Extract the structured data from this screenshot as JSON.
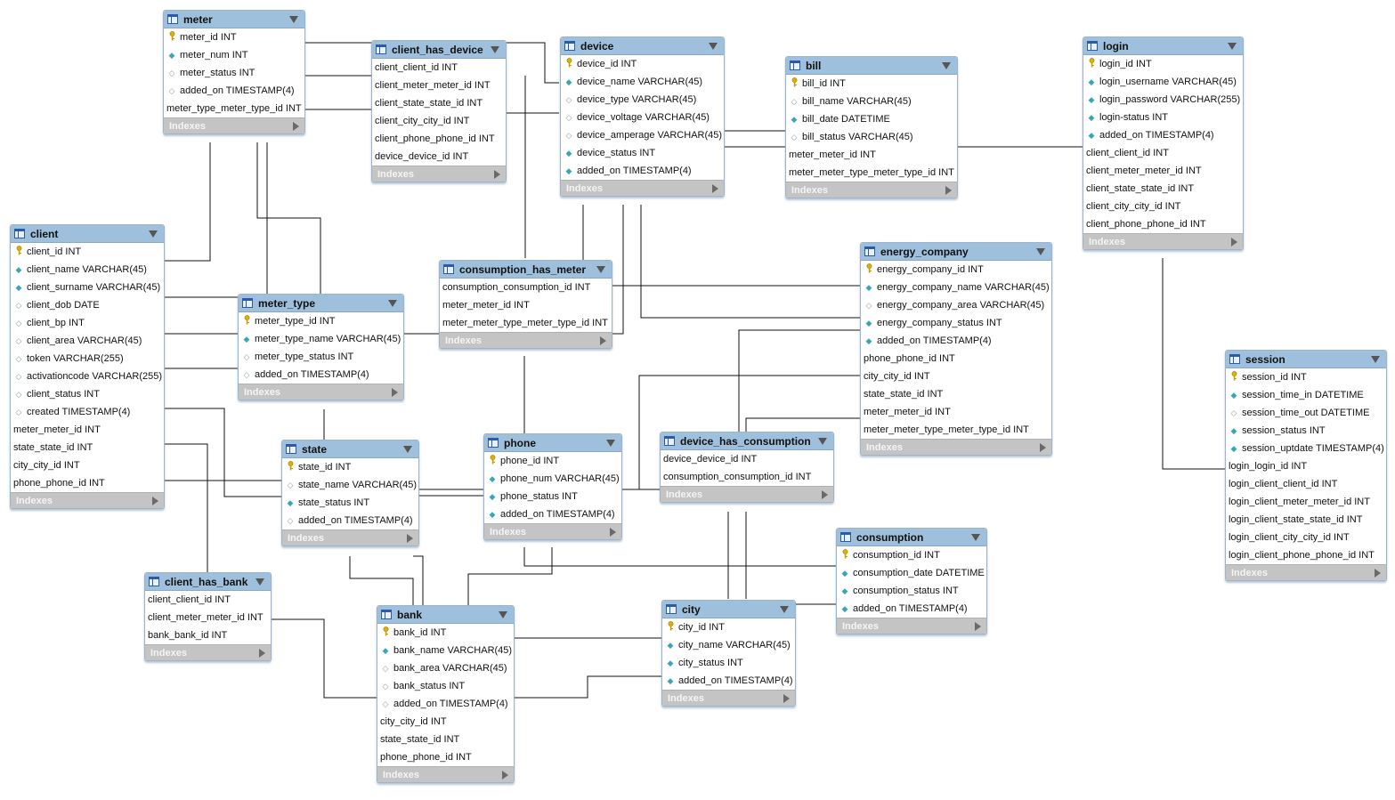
{
  "icon_legend": {
    "pk": "key-icon",
    "nn": "filled-diamond-icon",
    "op": "hollow-diamond-icon",
    "table": "table-icon",
    "collapse": "chevron-down-icon",
    "expand": "triangle-right-icon"
  },
  "colors": {
    "header": "#9fc0dc",
    "indexes_bar": "#c4c4c4",
    "key": "#d8a800",
    "diamond": "#37a6b6"
  },
  "indexes_label": "Indexes",
  "tables": [
    {
      "id": "meter",
      "name": "meter",
      "columns": [
        {
          "text": "meter_id INT",
          "icon": "pk"
        },
        {
          "text": "meter_num INT",
          "icon": "nn"
        },
        {
          "text": "meter_status INT",
          "icon": "op"
        },
        {
          "text": "added_on TIMESTAMP(4)",
          "icon": "op"
        },
        {
          "text": "meter_type_meter_type_id INT",
          "icon": ""
        }
      ]
    },
    {
      "id": "client_has_device",
      "name": "client_has_device",
      "columns": [
        {
          "text": "client_client_id INT",
          "icon": ""
        },
        {
          "text": "client_meter_meter_id INT",
          "icon": ""
        },
        {
          "text": "client_state_state_id INT",
          "icon": ""
        },
        {
          "text": "client_city_city_id INT",
          "icon": ""
        },
        {
          "text": "client_phone_phone_id INT",
          "icon": ""
        },
        {
          "text": "device_device_id INT",
          "icon": ""
        }
      ]
    },
    {
      "id": "device",
      "name": "device",
      "columns": [
        {
          "text": "device_id INT",
          "icon": "pk"
        },
        {
          "text": "device_name VARCHAR(45)",
          "icon": "nn"
        },
        {
          "text": "device_type VARCHAR(45)",
          "icon": "op"
        },
        {
          "text": "device_voltage VARCHAR(45)",
          "icon": "op"
        },
        {
          "text": "device_amperage VARCHAR(45)",
          "icon": "op"
        },
        {
          "text": "device_status INT",
          "icon": "nn"
        },
        {
          "text": "added_on TIMESTAMP(4)",
          "icon": "nn"
        }
      ]
    },
    {
      "id": "bill",
      "name": "bill",
      "columns": [
        {
          "text": "bill_id INT",
          "icon": "pk"
        },
        {
          "text": "bill_name VARCHAR(45)",
          "icon": "op"
        },
        {
          "text": "bill_date DATETIME",
          "icon": "nn"
        },
        {
          "text": "bill_status VARCHAR(45)",
          "icon": "op"
        },
        {
          "text": "meter_meter_id INT",
          "icon": ""
        },
        {
          "text": "meter_meter_type_meter_type_id INT",
          "icon": ""
        }
      ]
    },
    {
      "id": "login",
      "name": "login",
      "columns": [
        {
          "text": "login_id INT",
          "icon": "pk"
        },
        {
          "text": "login_username VARCHAR(45)",
          "icon": "nn"
        },
        {
          "text": "login_password VARCHAR(255)",
          "icon": "nn"
        },
        {
          "text": "login-status INT",
          "icon": "nn"
        },
        {
          "text": "added_on TIMESTAMP(4)",
          "icon": "nn"
        },
        {
          "text": "client_client_id INT",
          "icon": ""
        },
        {
          "text": "client_meter_meter_id INT",
          "icon": ""
        },
        {
          "text": "client_state_state_id INT",
          "icon": ""
        },
        {
          "text": "client_city_city_id INT",
          "icon": ""
        },
        {
          "text": "client_phone_phone_id INT",
          "icon": ""
        }
      ]
    },
    {
      "id": "client",
      "name": "client",
      "columns": [
        {
          "text": "client_id INT",
          "icon": "pk"
        },
        {
          "text": "client_name VARCHAR(45)",
          "icon": "nn"
        },
        {
          "text": "client_surname VARCHAR(45)",
          "icon": "nn"
        },
        {
          "text": "client_dob DATE",
          "icon": "op"
        },
        {
          "text": "client_bp INT",
          "icon": "op"
        },
        {
          "text": "client_area VARCHAR(45)",
          "icon": "op"
        },
        {
          "text": "token VARCHAR(255)",
          "icon": "op"
        },
        {
          "text": "activationcode VARCHAR(255)",
          "icon": "op"
        },
        {
          "text": "client_status INT",
          "icon": "op"
        },
        {
          "text": "created TIMESTAMP(4)",
          "icon": "op"
        },
        {
          "text": "meter_meter_id INT",
          "icon": ""
        },
        {
          "text": "state_state_id INT",
          "icon": ""
        },
        {
          "text": "city_city_id INT",
          "icon": ""
        },
        {
          "text": "phone_phone_id INT",
          "icon": ""
        }
      ]
    },
    {
      "id": "consumption_has_meter",
      "name": "consumption_has_meter",
      "columns": [
        {
          "text": "consumption_consumption_id INT",
          "icon": ""
        },
        {
          "text": "meter_meter_id INT",
          "icon": ""
        },
        {
          "text": "meter_meter_type_meter_type_id INT",
          "icon": ""
        }
      ]
    },
    {
      "id": "meter_type",
      "name": "meter_type",
      "columns": [
        {
          "text": "meter_type_id INT",
          "icon": "pk"
        },
        {
          "text": "meter_type_name VARCHAR(45)",
          "icon": "nn"
        },
        {
          "text": "meter_type_status INT",
          "icon": "op"
        },
        {
          "text": "added_on TIMESTAMP(4)",
          "icon": "op"
        }
      ]
    },
    {
      "id": "energy_company",
      "name": "energy_company",
      "columns": [
        {
          "text": "energy_company_id INT",
          "icon": "pk"
        },
        {
          "text": "energy_company_name VARCHAR(45)",
          "icon": "nn"
        },
        {
          "text": "energy_company_area VARCHAR(45)",
          "icon": "op"
        },
        {
          "text": "energy_company_status INT",
          "icon": "nn"
        },
        {
          "text": "added_on TIMESTAMP(4)",
          "icon": "nn"
        },
        {
          "text": "phone_phone_id INT",
          "icon": ""
        },
        {
          "text": "city_city_id INT",
          "icon": ""
        },
        {
          "text": "state_state_id INT",
          "icon": ""
        },
        {
          "text": "meter_meter_id INT",
          "icon": ""
        },
        {
          "text": "meter_meter_type_meter_type_id INT",
          "icon": ""
        }
      ]
    },
    {
      "id": "session",
      "name": "session",
      "columns": [
        {
          "text": "session_id INT",
          "icon": "pk"
        },
        {
          "text": "session_time_in DATETIME",
          "icon": "nn"
        },
        {
          "text": "session_time_out DATETIME",
          "icon": "op"
        },
        {
          "text": "session_status INT",
          "icon": "nn"
        },
        {
          "text": "session_uptdate TIMESTAMP(4)",
          "icon": "nn"
        },
        {
          "text": "login_login_id INT",
          "icon": ""
        },
        {
          "text": "login_client_client_id INT",
          "icon": ""
        },
        {
          "text": "login_client_meter_meter_id INT",
          "icon": ""
        },
        {
          "text": "login_client_state_state_id INT",
          "icon": ""
        },
        {
          "text": "login_client_city_city_id INT",
          "icon": ""
        },
        {
          "text": "login_client_phone_phone_id INT",
          "icon": ""
        }
      ]
    },
    {
      "id": "state",
      "name": "state",
      "columns": [
        {
          "text": "state_id INT",
          "icon": "pk"
        },
        {
          "text": "state_name VARCHAR(45)",
          "icon": "op"
        },
        {
          "text": "state_status INT",
          "icon": "nn"
        },
        {
          "text": "added_on TIMESTAMP(4)",
          "icon": "op"
        }
      ]
    },
    {
      "id": "phone",
      "name": "phone",
      "columns": [
        {
          "text": "phone_id INT",
          "icon": "pk"
        },
        {
          "text": "phone_num VARCHAR(45)",
          "icon": "nn"
        },
        {
          "text": "phone_status INT",
          "icon": "nn"
        },
        {
          "text": "added_on TIMESTAMP(4)",
          "icon": "nn"
        }
      ]
    },
    {
      "id": "device_has_consumption",
      "name": "device_has_consumption",
      "columns": [
        {
          "text": "device_device_id INT",
          "icon": ""
        },
        {
          "text": "consumption_consumption_id INT",
          "icon": ""
        }
      ]
    },
    {
      "id": "consumption",
      "name": "consumption",
      "columns": [
        {
          "text": "consumption_id INT",
          "icon": "pk"
        },
        {
          "text": "consumption_date DATETIME",
          "icon": "nn"
        },
        {
          "text": "consumption_status INT",
          "icon": "nn"
        },
        {
          "text": "added_on TIMESTAMP(4)",
          "icon": "nn"
        }
      ]
    },
    {
      "id": "client_has_bank",
      "name": "client_has_bank",
      "columns": [
        {
          "text": "client_client_id INT",
          "icon": ""
        },
        {
          "text": "client_meter_meter_id INT",
          "icon": ""
        },
        {
          "text": "bank_bank_id INT",
          "icon": ""
        }
      ]
    },
    {
      "id": "bank",
      "name": "bank",
      "columns": [
        {
          "text": "bank_id INT",
          "icon": "pk"
        },
        {
          "text": "bank_name VARCHAR(45)",
          "icon": "nn"
        },
        {
          "text": "bank_area VARCHAR(45)",
          "icon": "op"
        },
        {
          "text": "bank_status INT",
          "icon": "op"
        },
        {
          "text": "added_on TIMESTAMP(4)",
          "icon": "op"
        },
        {
          "text": "city_city_id INT",
          "icon": ""
        },
        {
          "text": "state_state_id INT",
          "icon": ""
        },
        {
          "text": "phone_phone_id INT",
          "icon": ""
        }
      ]
    },
    {
      "id": "city",
      "name": "city",
      "columns": [
        {
          "text": "city_id INT",
          "icon": "pk"
        },
        {
          "text": "city_name VARCHAR(45)",
          "icon": "nn"
        },
        {
          "text": "city_status INT",
          "icon": "nn"
        },
        {
          "text": "added_on TIMESTAMP(4)",
          "icon": "nn"
        }
      ]
    }
  ]
}
